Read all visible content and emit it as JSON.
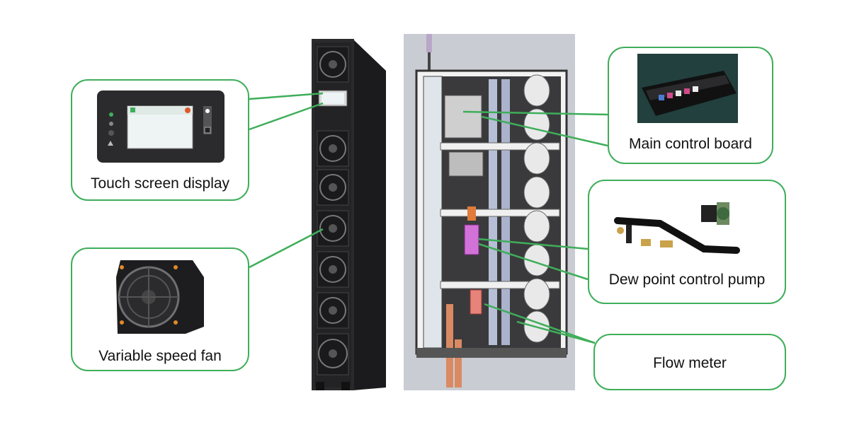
{
  "callouts": {
    "touch_screen": {
      "label": "Touch screen display"
    },
    "variable_fan": {
      "label": "Variable speed fan"
    },
    "main_board": {
      "label": "Main control board"
    },
    "dew_pump": {
      "label": "Dew point control pump"
    },
    "flow_meter": {
      "label": "Flow meter"
    }
  },
  "colors": {
    "accent": "#3fae5a",
    "cabinet": "#2b2b2d",
    "cabinet_side": "#1c1c1e",
    "background": "#ffffff"
  },
  "icons": {
    "fan": "fan-icon",
    "display": "display-icon",
    "pump": "pump-icon",
    "board": "board-icon"
  }
}
